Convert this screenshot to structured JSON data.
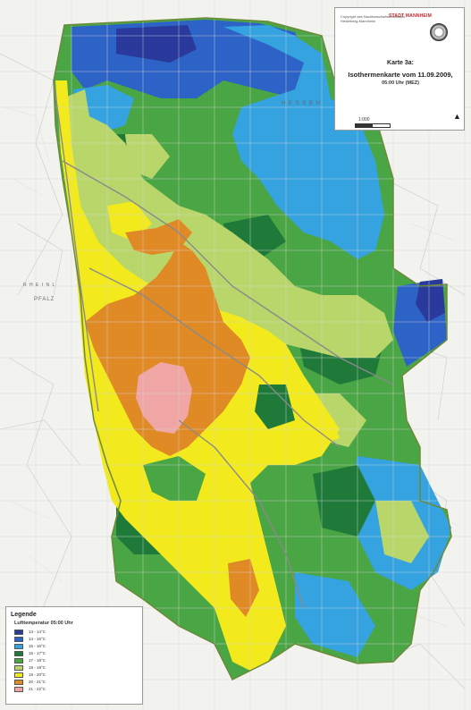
{
  "title_block": {
    "small_text": "Copyright des Nachbarschaftsverbandes Heidelberg-Mannheim",
    "brand": "STADT MANNHEIM",
    "logo_text": "",
    "karte": "Karte 3a:",
    "title": "Isothermenkarte vom 11.09.2009,",
    "subtitle": "05:00 Uhr (MEZ)",
    "scale_text": "1:000",
    "north_symbol": "N"
  },
  "place_labels": {
    "hessen": "H E S S E N",
    "rheinland_pfalz": "PFALZ",
    "rheinland": "R H E I N L"
  },
  "legend": {
    "title": "Legende",
    "subtitle": "Lufttemperatur 05:00 Uhr",
    "classes": [
      {
        "label": "13 - 14°C",
        "color": "#2a3a9c"
      },
      {
        "label": "14 - 15°C",
        "color": "#2d63c6"
      },
      {
        "label": "15 - 16°C",
        "color": "#34a3e0"
      },
      {
        "label": "16 - 17°C",
        "color": "#1f7a3a"
      },
      {
        "label": "17 - 18°C",
        "color": "#4aa544"
      },
      {
        "label": "18 - 19°C",
        "color": "#b9d66a"
      },
      {
        "label": "19 - 20°C",
        "color": "#f2ea1c"
      },
      {
        "label": "20 - 21°C",
        "color": "#e08a26"
      },
      {
        "label": "21 - 22°C",
        "color": "#f0a6a4"
      }
    ]
  },
  "colors": {
    "background": "#f4f4f2",
    "grid": "#cfcfcf",
    "roads": "#9a9a9a",
    "outline": "#6d8a3a"
  }
}
